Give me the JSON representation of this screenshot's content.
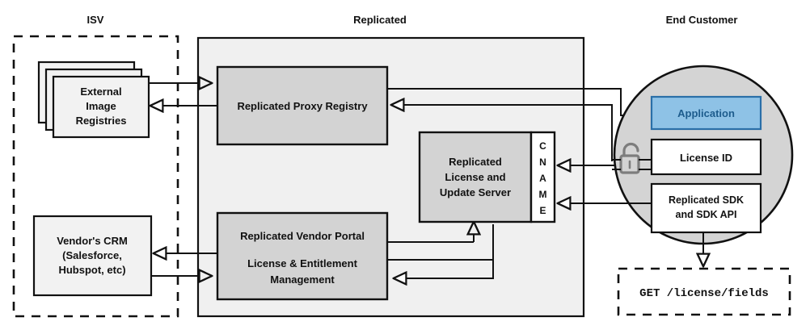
{
  "diagram": {
    "title_groups": [
      {
        "id": "isv",
        "label": "ISV"
      },
      {
        "id": "replicated",
        "label": "Replicated"
      },
      {
        "id": "end_customer",
        "label": "End Customer"
      }
    ],
    "isv": {
      "group_label": "ISV",
      "boxes": [
        {
          "id": "external-image-registries",
          "lines": [
            "External",
            "Image",
            "Registries"
          ],
          "style": "stacked"
        },
        {
          "id": "vendors-crm",
          "lines": [
            "Vendor's CRM",
            "(Salesforce,",
            "Hubspot, etc)"
          ],
          "style": "plain"
        }
      ]
    },
    "replicated": {
      "group_label": "Replicated",
      "boxes": [
        {
          "id": "replicated-proxy-registry",
          "lines": [
            "Replicated Proxy Registry"
          ]
        },
        {
          "id": "replicated-license-and-update-server",
          "lines": [
            "Replicated",
            "License and",
            "Update Server"
          ],
          "side_tab": {
            "id": "cname-tab",
            "letters": [
              "C",
              "N",
              "A",
              "M",
              "E"
            ],
            "text": "CNAME"
          }
        },
        {
          "id": "replicated-vendor-portal",
          "lines": [
            "Replicated Vendor Portal",
            "",
            "License & Entitlement",
            "Management"
          ]
        }
      ]
    },
    "end_customer": {
      "group_label": "End Customer",
      "boxes": [
        {
          "id": "application",
          "lines": [
            "Application"
          ],
          "accent": "#8ec2e6"
        },
        {
          "id": "license-id",
          "lines": [
            "License ID"
          ]
        },
        {
          "id": "replicated-sdk",
          "lines": [
            "Replicated SDK",
            "and SDK API"
          ]
        }
      ],
      "icons": [
        {
          "id": "unlocked-padlock-icon",
          "name": "unlocked-padlock-icon"
        }
      ]
    },
    "api_callout": {
      "id": "get-license-fields",
      "text": "GET /license/fields"
    },
    "colors": {
      "panel_fill": "#f0f0f0",
      "box_fill": "#d3d3d3",
      "light_box_fill": "#f2f2f2",
      "circle_fill": "#d4d4d4",
      "accent_blue": "#8ec2e6",
      "accent_blue_text": "#1d5c8d",
      "stroke": "#111111",
      "lock_gray": "#7d7d7d"
    }
  }
}
